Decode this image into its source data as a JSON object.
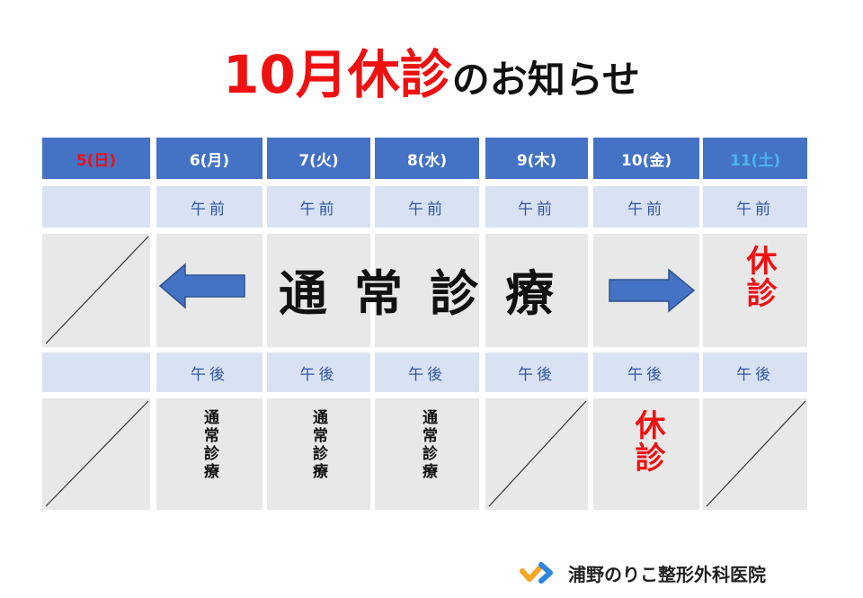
{
  "title": {
    "highlight": "10月休診",
    "rest": "のお知らせ"
  },
  "days": [
    {
      "label": "5(日)",
      "type": "sun",
      "am": "",
      "pm": ""
    },
    {
      "label": "6(月)",
      "type": "weekday",
      "am": "午前",
      "pm": "午後"
    },
    {
      "label": "7(火)",
      "type": "weekday",
      "am": "午前",
      "pm": "午後"
    },
    {
      "label": "8(水)",
      "type": "weekday",
      "am": "午前",
      "pm": "午後"
    },
    {
      "label": "9(木)",
      "type": "weekday",
      "am": "午前",
      "pm": "午後"
    },
    {
      "label": "10(金)",
      "type": "weekday",
      "am": "午前",
      "pm": "午後"
    },
    {
      "label": "11(土)",
      "type": "sat",
      "am": "午前",
      "pm": "午後"
    }
  ],
  "morning": {
    "regular_banner": "通常診療",
    "closed_sat": "休診",
    "span_days": [
      "6(月)",
      "7(火)",
      "8(水)",
      "9(木)",
      "10(金)"
    ]
  },
  "afternoon": {
    "mon": "通常診療",
    "tue": "通常診療",
    "wed": "通常診療",
    "fri_closed": "休診"
  },
  "footer": {
    "clinic_name": "浦野のりこ整形外科医院"
  },
  "colors": {
    "header_bg": "#4472c4",
    "slot_bg": "#d9e2f3",
    "cell_bg": "#e8e8e8",
    "closed_red": "#ee1111",
    "sunday_red": "#e8101a",
    "saturday_blue": "#49b5ec",
    "logo_orange": "#f5a623",
    "logo_blue": "#2e86de"
  }
}
